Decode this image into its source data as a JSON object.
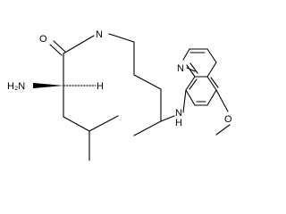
{
  "molecule": {
    "atoms": {
      "carbonyl_o": "O",
      "amide_nh": "N",
      "alpha_nh2": "H₂N",
      "alpha_h": "H",
      "ring_n": "N",
      "amine_n": "N",
      "amine_h": "H",
      "ether_o": "O"
    }
  }
}
